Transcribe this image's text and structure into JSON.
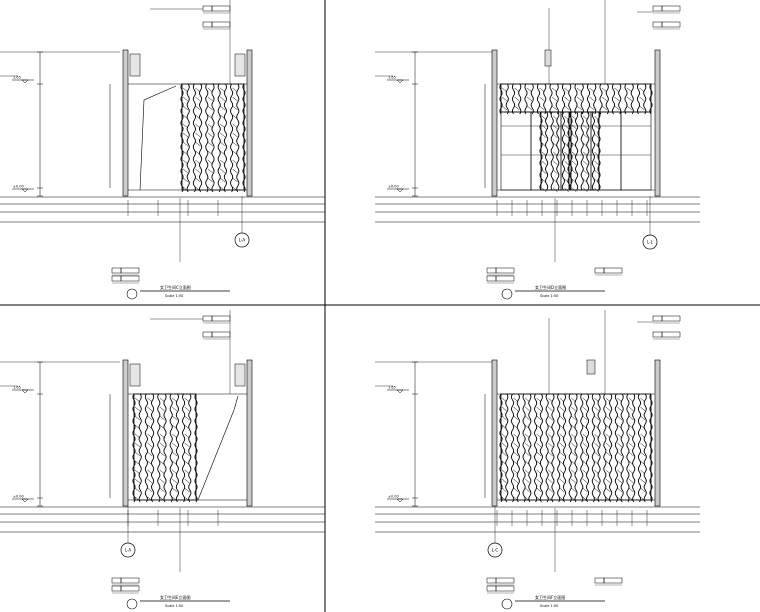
{
  "sheet": {
    "panels": [
      {
        "id": "top-left",
        "title": "女卫生间C立面图",
        "scale": "Scale 1:50",
        "levels": [
          "1.65",
          "±0.00"
        ],
        "section_tag": "L-A"
      },
      {
        "id": "top-right",
        "title": "女卫生间D立面图",
        "scale": "Scale 1:50",
        "levels": [
          "1.65",
          "±0.00"
        ],
        "section_tag": "L-L"
      },
      {
        "id": "bottom-left",
        "title": "女卫生间E立面图",
        "scale": "Scale 1:50",
        "levels": [
          "1.65",
          "±0.00"
        ],
        "section_tag": "L-A"
      },
      {
        "id": "bottom-right",
        "title": "女卫生间F立面图",
        "scale": "Scale 1:50",
        "levels": [
          "1.65",
          "±0.00"
        ],
        "section_tag": "L-C"
      }
    ]
  }
}
